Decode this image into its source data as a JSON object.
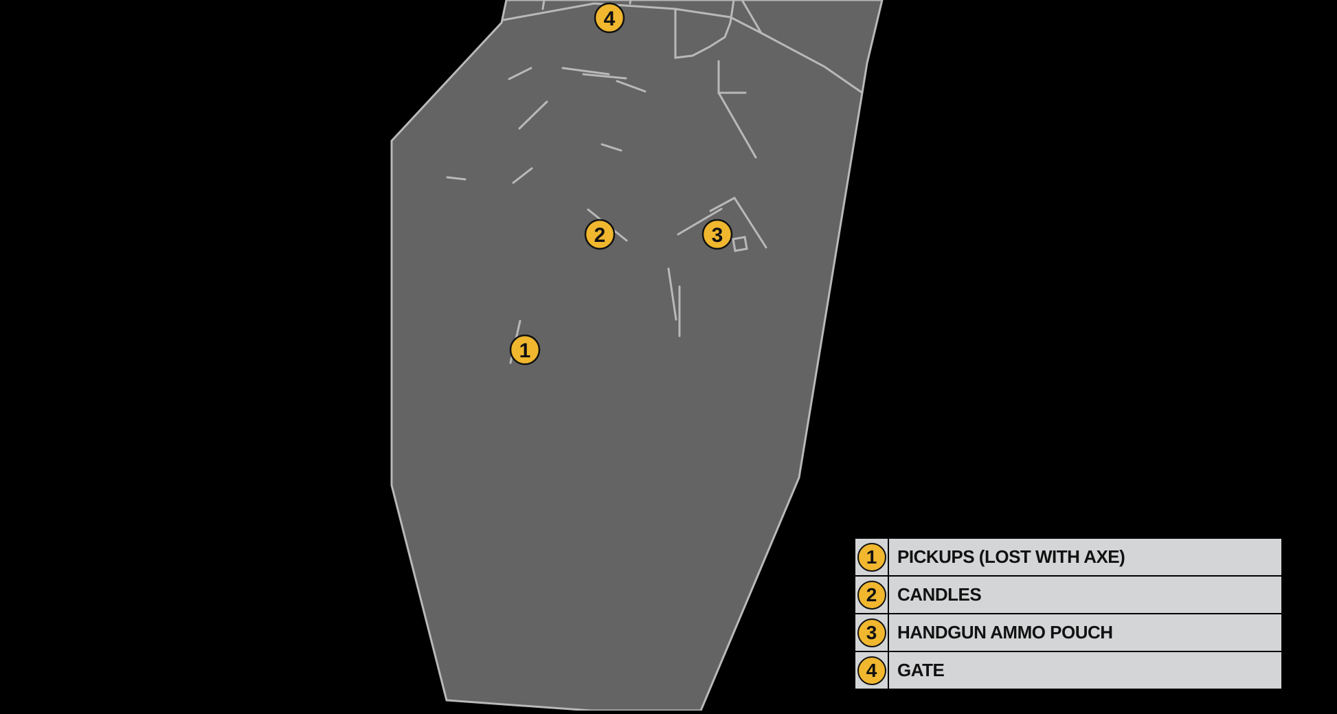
{
  "map": {
    "colors": {
      "background": "#000000",
      "floor": "#636463",
      "walls": "#b9b9b9",
      "marker_fill": "#f0b72f",
      "marker_stroke": "#111111",
      "legend_bg": "#d4d5d6"
    },
    "markers": [
      {
        "number": "1"
      },
      {
        "number": "2"
      },
      {
        "number": "3"
      },
      {
        "number": "4"
      }
    ]
  },
  "legend": {
    "items": [
      {
        "number": "1",
        "label": "PICKUPS (LOST WITH AXE)"
      },
      {
        "number": "2",
        "label": "CANDLES"
      },
      {
        "number": "3",
        "label": "HANDGUN AMMO POUCH"
      },
      {
        "number": "4",
        "label": "GATE"
      }
    ]
  }
}
